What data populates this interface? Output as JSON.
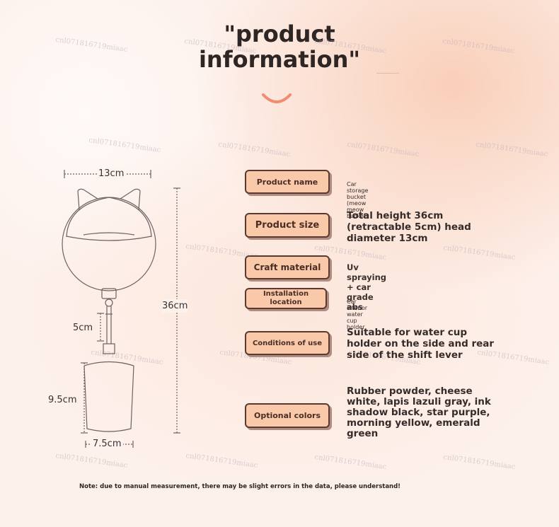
{
  "header": {
    "title_line1": "\"product",
    "title_line2": "information\""
  },
  "watermark": "cnl071816719miaac",
  "dimensions": {
    "width": "13cm",
    "height": "36cm",
    "retract": "5cm",
    "cup_height": "9.5cm",
    "cup_width": "7.5cm"
  },
  "specs": [
    {
      "label": "Product name",
      "value": "Car storage bucket (meow meow bucket)"
    },
    {
      "label": "Product size",
      "value": "Total height 36cm (retractable 5cm) head diameter 13cm"
    },
    {
      "label": "Craft material",
      "value": "Uv spraying + car grade abs"
    },
    {
      "label": "Installation location",
      "value": "Car interior water cup holder"
    },
    {
      "label": "Conditions of use",
      "value": "Suitable for water cup holder on the side and rear side of the shift lever"
    },
    {
      "label": "Optional colors",
      "value": "Rubber powder, cheese white, lapis lazuli gray, ink shadow black, star purple, morning yellow, emerald green"
    }
  ],
  "note": "Note: due to manual measurement, there may be slight errors in the data, please understand!",
  "colors": {
    "button_fill": "#f9c9a9",
    "button_border": "#5a3a30",
    "accent": "#f08c70"
  }
}
